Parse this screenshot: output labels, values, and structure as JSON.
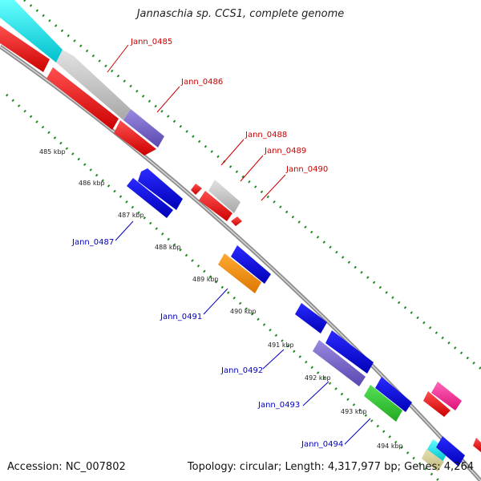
{
  "title": "Jannaschia sp. CCS1, complete genome",
  "accession": "Accession: NC_007802",
  "topology": "Topology: circular; Length: 4,317,977 bp; Genes: 4,264",
  "scale_labels": [
    "485 kbp",
    "486 kbp",
    "487 kbp",
    "488 kbp",
    "489 kbp",
    "490 kbp",
    "491 kbp",
    "492 kbp",
    "493 kbp",
    "494 kbp"
  ],
  "gene_labels_forward": [
    "Jann_0485",
    "Jann_0486",
    "Jann_0488",
    "Jann_0489",
    "Jann_0490"
  ],
  "gene_labels_reverse": [
    "Jann_0487",
    "Jann_0491",
    "Jann_0492",
    "Jann_0493",
    "Jann_0494"
  ],
  "colors": {
    "forward_label": "#cc0000",
    "reverse_label": "#0000bb",
    "backbone": "#888888",
    "ticks": "#228b22",
    "red": "#ee0000",
    "blue": "#0000dd",
    "gray": "#c8c8c8",
    "purple": "#7b68cc",
    "orange": "#ff8c00",
    "green": "#33cc33",
    "cyan": "#00e5ee",
    "magenta": "#ff3399"
  }
}
